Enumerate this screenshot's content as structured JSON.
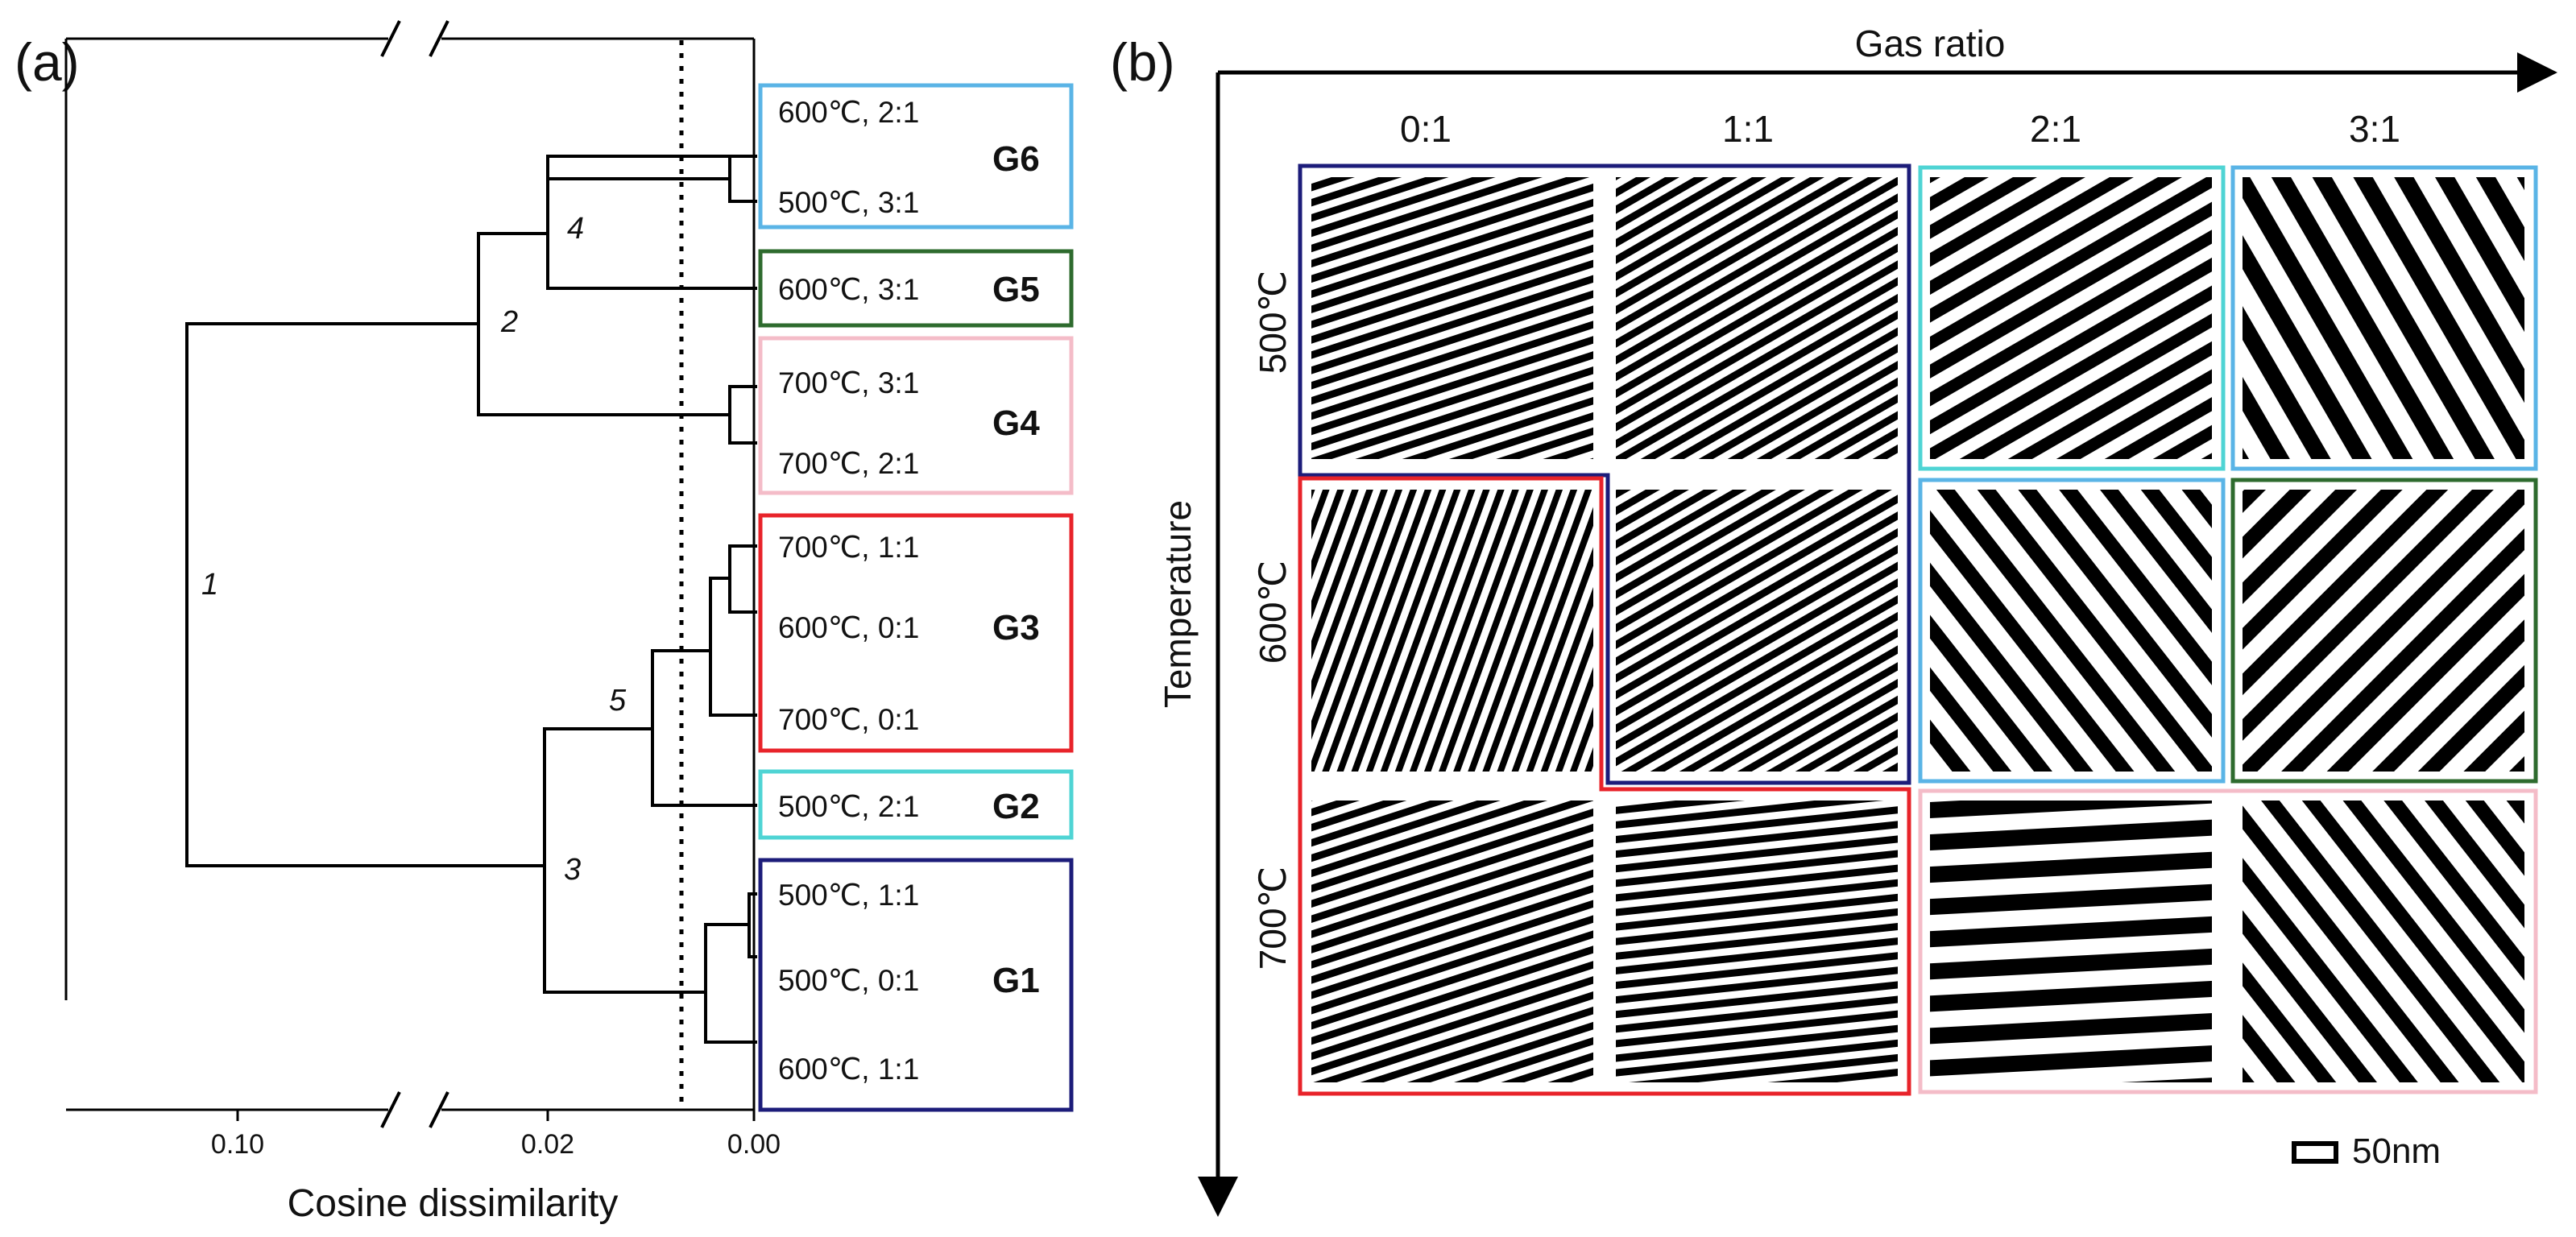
{
  "panel_a": {
    "panel_label": "(a)",
    "xlabel": "Cosine dissimilarity",
    "ticks": [
      "0.10",
      "0.02",
      "0.00"
    ],
    "nodes": [
      "1",
      "2",
      "3",
      "4",
      "5"
    ],
    "groups": [
      {
        "id": "G6",
        "entries": [
          "600℃, 2:1",
          "500℃, 3:1"
        ],
        "color": "#5ab4e6"
      },
      {
        "id": "G5",
        "entries": [
          "600℃, 3:1"
        ],
        "color": "#2e6b2e"
      },
      {
        "id": "G4",
        "entries": [
          "700℃, 3:1",
          "700℃, 2:1"
        ],
        "color": "#f4bcc8"
      },
      {
        "id": "G3",
        "entries": [
          "700℃, 1:1",
          "600℃, 0:1",
          "700℃, 0:1"
        ],
        "color": "#e8232a"
      },
      {
        "id": "G2",
        "entries": [
          "500℃, 2:1"
        ],
        "color": "#4fd4d4"
      },
      {
        "id": "G1",
        "entries": [
          "500℃, 1:1",
          "500℃, 0:1",
          "600℃, 1:1"
        ],
        "color": "#1c1c7a"
      }
    ]
  },
  "panel_b": {
    "panel_label": "(b)",
    "x_axis_label": "Gas ratio",
    "y_axis_label": "Temperature",
    "columns": [
      "0:1",
      "1:1",
      "2:1",
      "3:1"
    ],
    "rows": [
      "500℃",
      "600℃",
      "700℃"
    ],
    "scale_bar": "50nm"
  }
}
